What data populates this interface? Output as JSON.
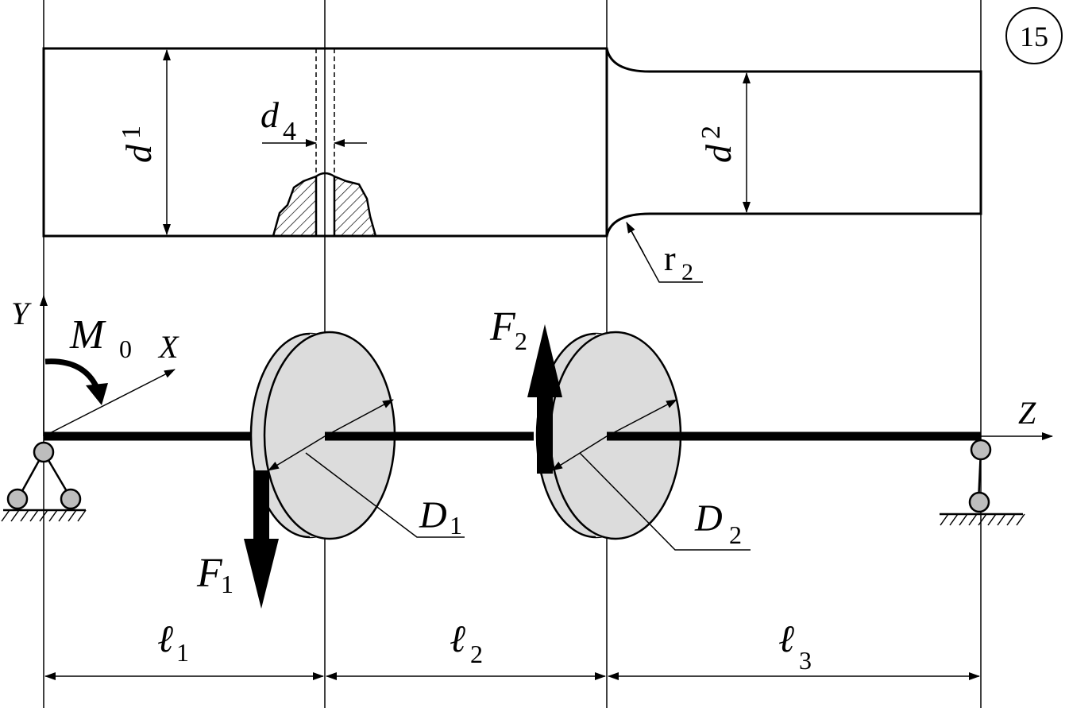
{
  "figure_number": "15",
  "shaft": {
    "d1": {
      "symbol": "d",
      "subscript": "1"
    },
    "d2": {
      "symbol": "d",
      "subscript": "2"
    },
    "d4": {
      "symbol": "d",
      "subscript": "4"
    },
    "r2": {
      "symbol": "r",
      "subscript": "2"
    }
  },
  "axes": {
    "y": "Y",
    "x": "X",
    "z": "Z"
  },
  "loads": {
    "moment": {
      "symbol": "M",
      "subscript": "0"
    },
    "f1": {
      "symbol": "F",
      "subscript": "1"
    },
    "f2": {
      "symbol": "F",
      "subscript": "2"
    }
  },
  "pulleys": {
    "d1": {
      "symbol": "D",
      "subscript": "1"
    },
    "d2": {
      "symbol": "D",
      "subscript": "2"
    }
  },
  "spans": [
    {
      "symbol": "ℓ",
      "subscript": "1"
    },
    {
      "symbol": "ℓ",
      "subscript": "2"
    },
    {
      "symbol": "ℓ",
      "subscript": "3"
    }
  ],
  "colors": {
    "line": "#000000",
    "pulley_fill": "#dcdcdc",
    "background": "#ffffff"
  }
}
